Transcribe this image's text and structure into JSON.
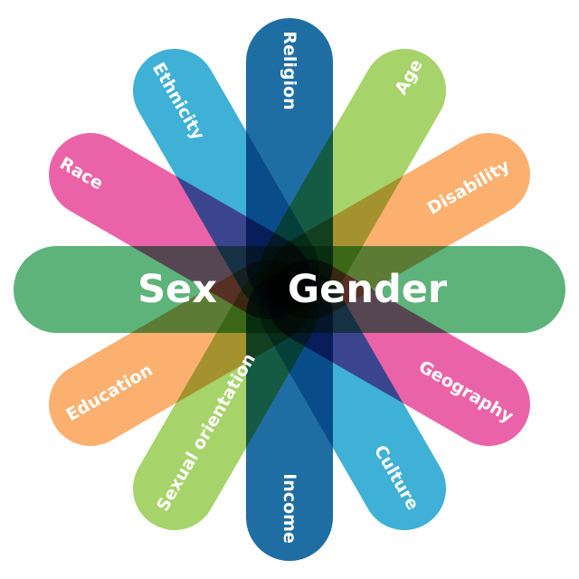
{
  "center": {
    "left_label": "Sex",
    "right_label": "Gender"
  },
  "petals": [
    {
      "id": "religion",
      "label": "Religion",
      "color": "#1f6ea3"
    },
    {
      "id": "income",
      "label": "Income",
      "color": "#1f6ea3"
    },
    {
      "id": "age",
      "label": "Age",
      "color": "#a6d36a"
    },
    {
      "id": "sexual-orientation",
      "label": "Sexual orientation",
      "color": "#a6d36a"
    },
    {
      "id": "disability",
      "label": "Disability",
      "color": "#fbb06f"
    },
    {
      "id": "education",
      "label": "Education",
      "color": "#fbb06f"
    },
    {
      "id": "race",
      "label": "Race",
      "color": "#ea63a8"
    },
    {
      "id": "geography",
      "label": "Geography",
      "color": "#ea63a8"
    },
    {
      "id": "ethnicity",
      "label": "Ethnicity",
      "color": "#3fb0d6"
    },
    {
      "id": "culture",
      "label": "Culture",
      "color": "#3fb0d6"
    }
  ],
  "bars": [
    {
      "id": "sex-gender",
      "color": "#5db37a"
    }
  ]
}
